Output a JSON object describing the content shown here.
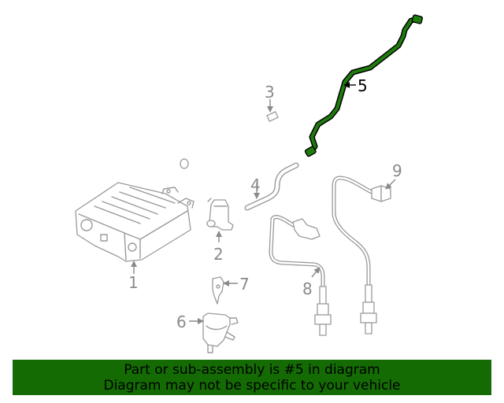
{
  "diagram": {
    "highlight_color": "#1e7d0c",
    "callouts": [
      {
        "id": 1,
        "label": "1"
      },
      {
        "id": 2,
        "label": "2"
      },
      {
        "id": 3,
        "label": "3"
      },
      {
        "id": 4,
        "label": "4"
      },
      {
        "id": 5,
        "label": "5",
        "highlighted": true
      },
      {
        "id": 6,
        "label": "6"
      },
      {
        "id": 7,
        "label": "7"
      },
      {
        "id": 8,
        "label": "8"
      },
      {
        "id": 9,
        "label": "9"
      }
    ]
  },
  "banner": {
    "background": "#146b04",
    "line1": "Part or sub-assembly is #5 in diagram",
    "line2": "Diagram may not be specific to your vehicle"
  }
}
